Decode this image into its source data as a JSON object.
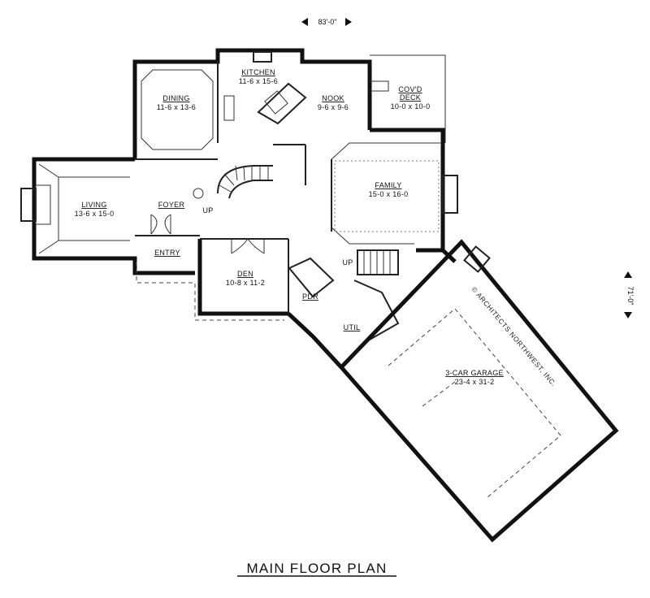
{
  "plan": {
    "title": "MAIN FLOOR PLAN",
    "width_dimension": "83'-0\"",
    "depth_dimension": "71'-0\"",
    "copyright_stamp": "© ARCHITECTS NORTHWEST, INC.",
    "stair_up_label": "UP",
    "rooms": {
      "kitchen": {
        "name": "KITCHEN",
        "size": "11-6 x 15-6"
      },
      "dining": {
        "name": "DINING",
        "size": "11-6 x 13-6"
      },
      "nook": {
        "name": "NOOK",
        "size": "9-6 x 9-6"
      },
      "deck": {
        "name_line1": "COV'D",
        "name_line2": "DECK",
        "size": "10-0 x 10-0"
      },
      "living": {
        "name": "LIVING",
        "size": "13-6 x 15-0"
      },
      "foyer": {
        "name": "FOYER"
      },
      "family": {
        "name": "FAMILY",
        "size": "15-0 x 16-0"
      },
      "entry": {
        "name": "ENTRY"
      },
      "den": {
        "name": "DEN",
        "size": "10-8 x 11-2"
      },
      "pdr": {
        "name": "PDR"
      },
      "util": {
        "name": "UTIL"
      },
      "garage": {
        "name": "3-CAR GARAGE",
        "size": "23-4 x 31-2"
      }
    }
  }
}
